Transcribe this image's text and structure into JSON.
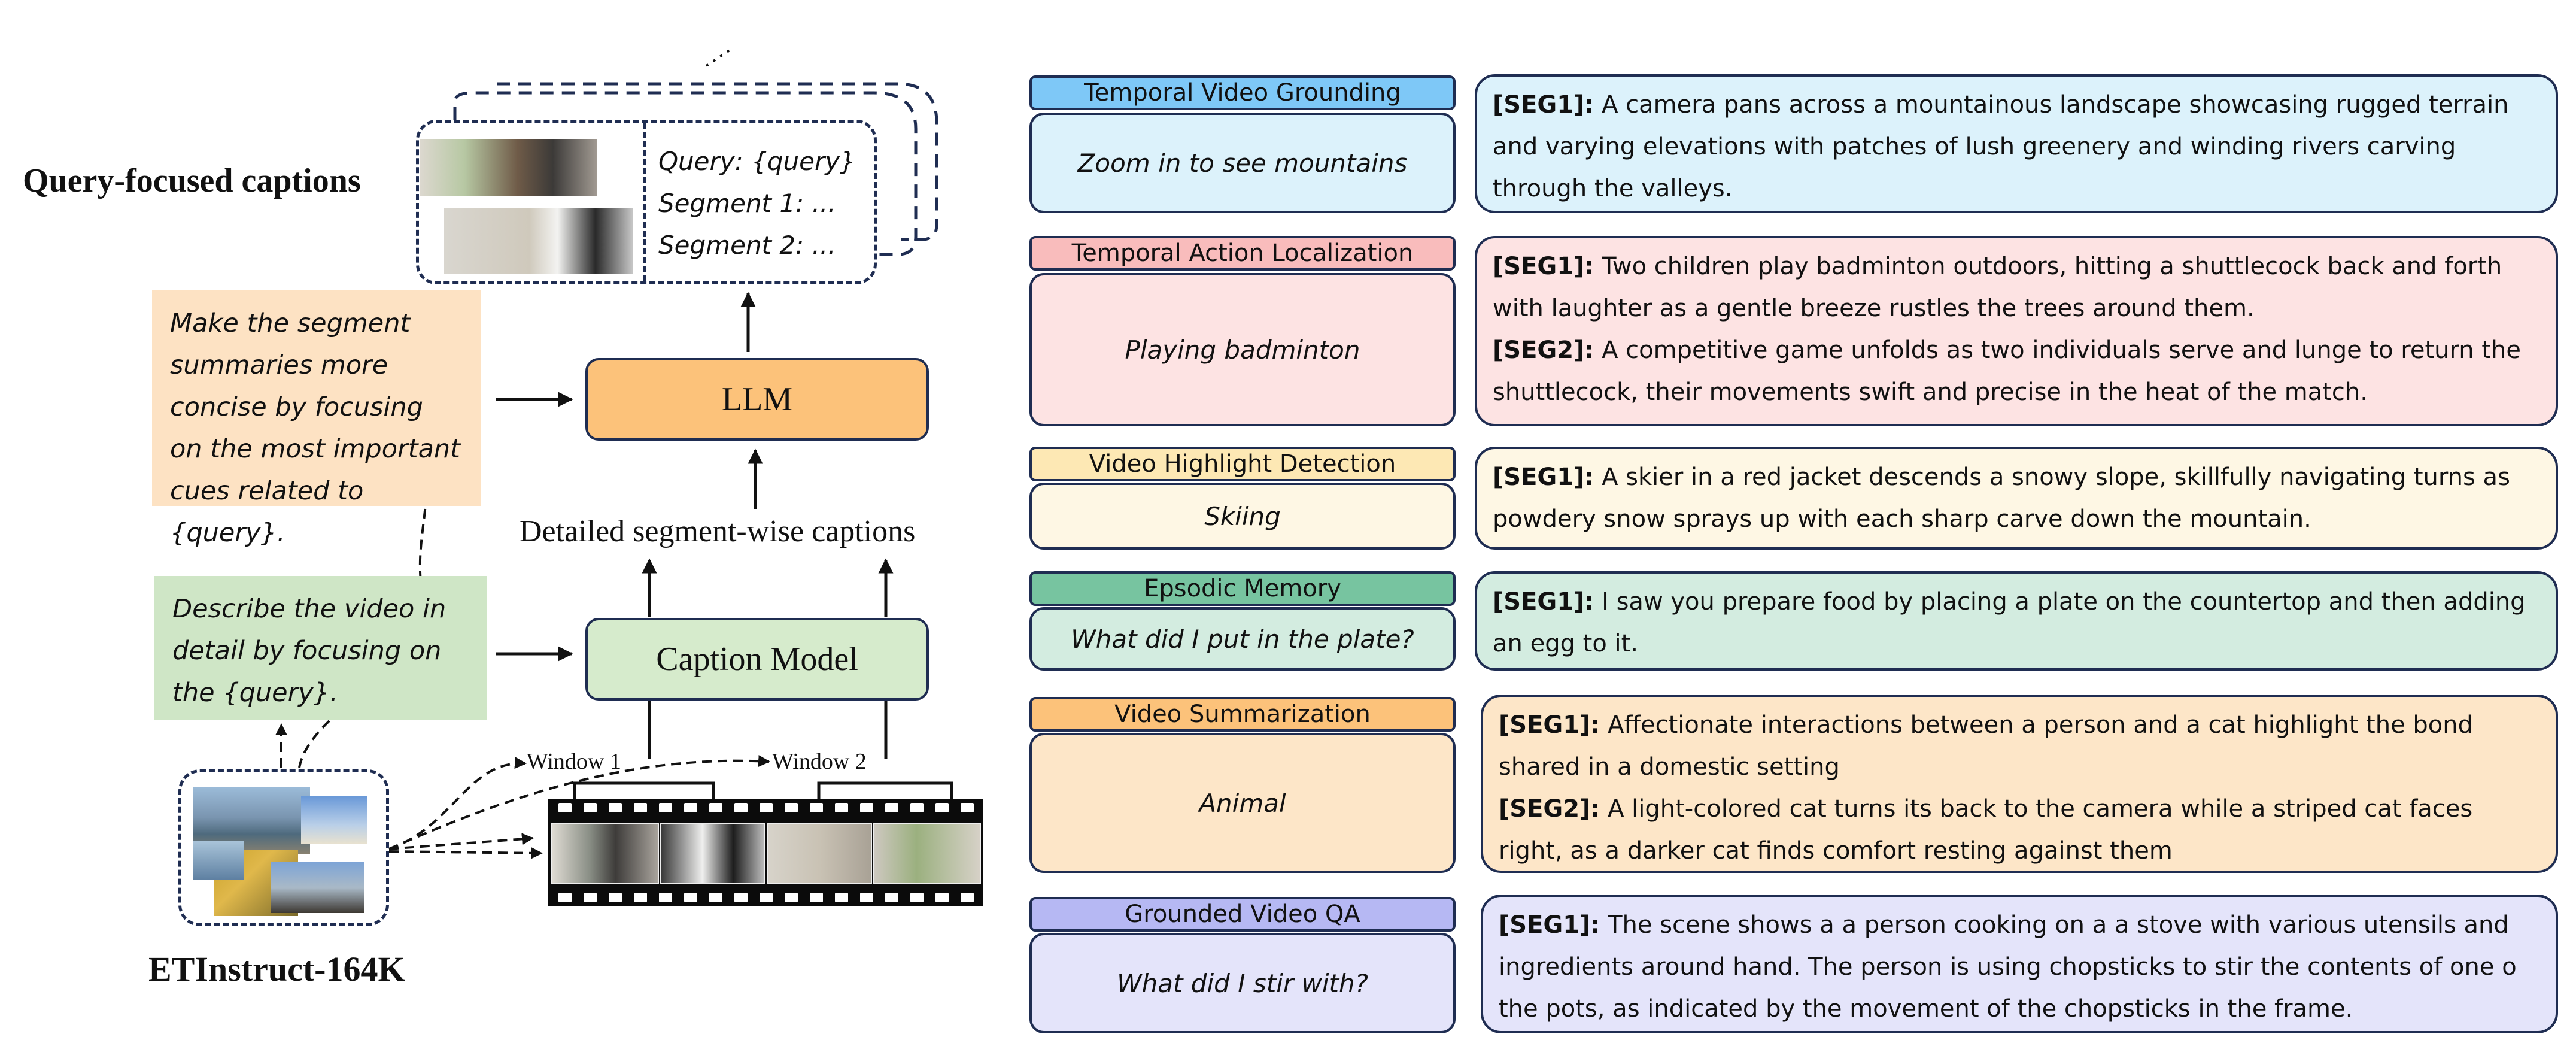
{
  "left": {
    "query_focused_title": "Query-focused captions",
    "dots": "...",
    "card": {
      "query_line": "Query: {query}",
      "segment1_line": "Segment 1: ...",
      "segment2_line": "Segment 2: ..."
    },
    "summary_prompt": "Make the segment summaries more concise by focusing on the most important cues related to {query}.",
    "caption_prompt": "Describe the video in detail by focusing on the {query}.",
    "llm_label": "LLM",
    "caption_model_label": "Caption Model",
    "detailed_label": "Detailed segment-wise captions",
    "window1_label": "Window 1",
    "window2_label": "Window 2",
    "dataset_label": "ETInstruct-164K"
  },
  "tasks": [
    {
      "name": "Temporal Video Grounding",
      "query": "Zoom in to see mountains",
      "color": "#7ec8f7",
      "bg": "#dcf2fb",
      "segments": [
        {
          "tag": "[SEG1]:",
          "text": "A camera pans across a mountainous landscape showcasing rugged terrain and varying elevations with patches of lush greenery and winding rivers carving through the valleys."
        }
      ]
    },
    {
      "name": "Temporal Action Localization",
      "query": "Playing badminton",
      "color": "#f9bcbc",
      "bg": "#fde3e3",
      "segments": [
        {
          "tag": "[SEG1]:",
          "text": "Two children play badminton outdoors, hitting a shuttlecock back and forth with laughter as a gentle breeze rustles the trees around them."
        },
        {
          "tag": "[SEG2]:",
          "text": "A competitive game unfolds as two individuals serve and lunge to return the shuttlecock, their movements swift and precise in the heat of the match."
        }
      ]
    },
    {
      "name": "Video Highlight Detection",
      "query": "Skiing",
      "color": "#fde8b4",
      "bg": "#fef7e4",
      "segments": [
        {
          "tag": "[SEG1]:",
          "text": "A skier in a red jacket descends a snowy slope, skillfully navigating turns as powdery snow sprays up with each sharp carve down the mountain."
        }
      ]
    },
    {
      "name": "Epsodic Memory",
      "query": "What did I put in the plate?",
      "color": "#77c4a0",
      "bg": "#d3ece0",
      "segments": [
        {
          "tag": "[SEG1]:",
          "text": "I saw you prepare food by placing a plate on the countertop and then adding an egg to it."
        }
      ]
    },
    {
      "name": "Video Summarization",
      "query": "Animal",
      "color": "#fcc27a",
      "bg": "#fde6c8",
      "segments": [
        {
          "tag": "[SEG1]:",
          "text": "Affectionate interactions between a person and a cat highlight the bond shared in a domestic setting"
        },
        {
          "tag": "[SEG2]:",
          "text": "A light-colored cat turns its back to the camera while a striped cat faces right, as a darker cat finds comfort resting against them"
        }
      ]
    },
    {
      "name": "Grounded Video QA",
      "query": "What did I stir with?",
      "color": "#b6b8f3",
      "bg": "#e4e4fa",
      "segments": [
        {
          "tag": "[SEG1]:",
          "text": "The scene shows a a person cooking on a a stove with various utensils and ingredients around hand. The person is using chopsticks to stir the contents of one o the pots, as indicated by the movement of the chopsticks in the frame."
        }
      ]
    }
  ]
}
